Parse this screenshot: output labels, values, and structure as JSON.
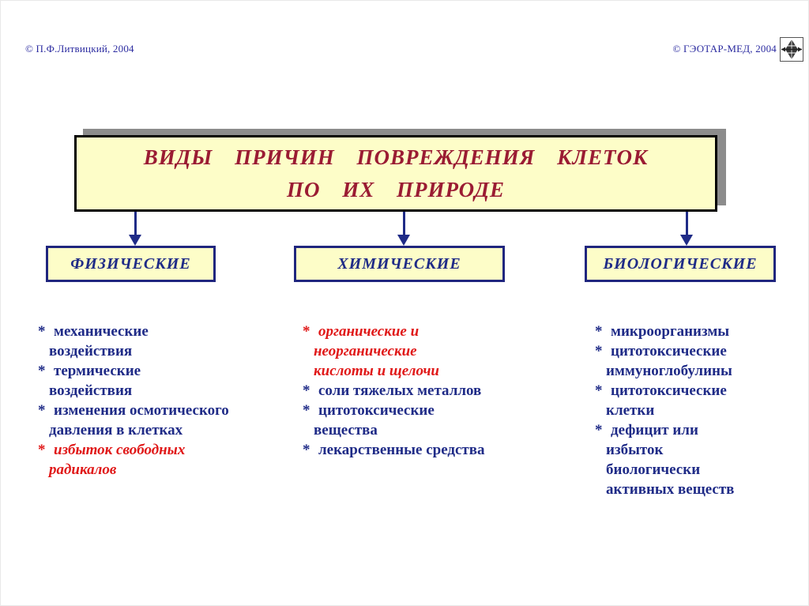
{
  "meta": {
    "copyright_left": "© П.Ф.Литвицкий, 2004",
    "copyright_right": "© ГЭОТАР-МЕД, 2004"
  },
  "bullet": "*",
  "title": {
    "line1": "ВИДЫ ПРИЧИН ПОВРЕЖДЕНИЯ КЛЕТОК",
    "line2": "ПО ИХ ПРИРОДЕ"
  },
  "boxes": {
    "physical": "ФИЗИЧЕСКИЕ",
    "chemical": "ХИМИЧЕСКИЕ",
    "biological": "БИОЛОГИЧЕСКИЕ"
  },
  "lists": {
    "physical": {
      "l1": "механические",
      "l2": "воздействия",
      "l3": "термические",
      "l4": "воздействия",
      "l5": "изменения осмотического",
      "l6": "давления в клетках",
      "l7": "избыток свободных",
      "l8": "радикалов"
    },
    "chemical": {
      "l1": "органические и",
      "l2": "неорганические",
      "l3": "кислоты и щелочи",
      "l4": "соли тяжелых металлов",
      "l5": "цитотоксические",
      "l6": "вещества",
      "l7": "лекарственные средства"
    },
    "biological": {
      "l1": "микроорганизмы",
      "l2": "цитотоксические",
      "l3": "иммуноглобулины",
      "l4": "цитотоксические",
      "l5": "клетки",
      "l6": "дефицит или",
      "l7": "избыток",
      "l8": "биологически",
      "l9": "активных веществ"
    }
  },
  "icons": {
    "logo": "geotar-med-logo"
  },
  "colors": {
    "navy_text": "#1f2b87",
    "red_text": "#e01818",
    "title_maroon": "#9a1b33",
    "box_fill": "#fdfdc8",
    "shadow_gray": "#8c8c8c",
    "copyright_blue": "#2b2ba0"
  }
}
